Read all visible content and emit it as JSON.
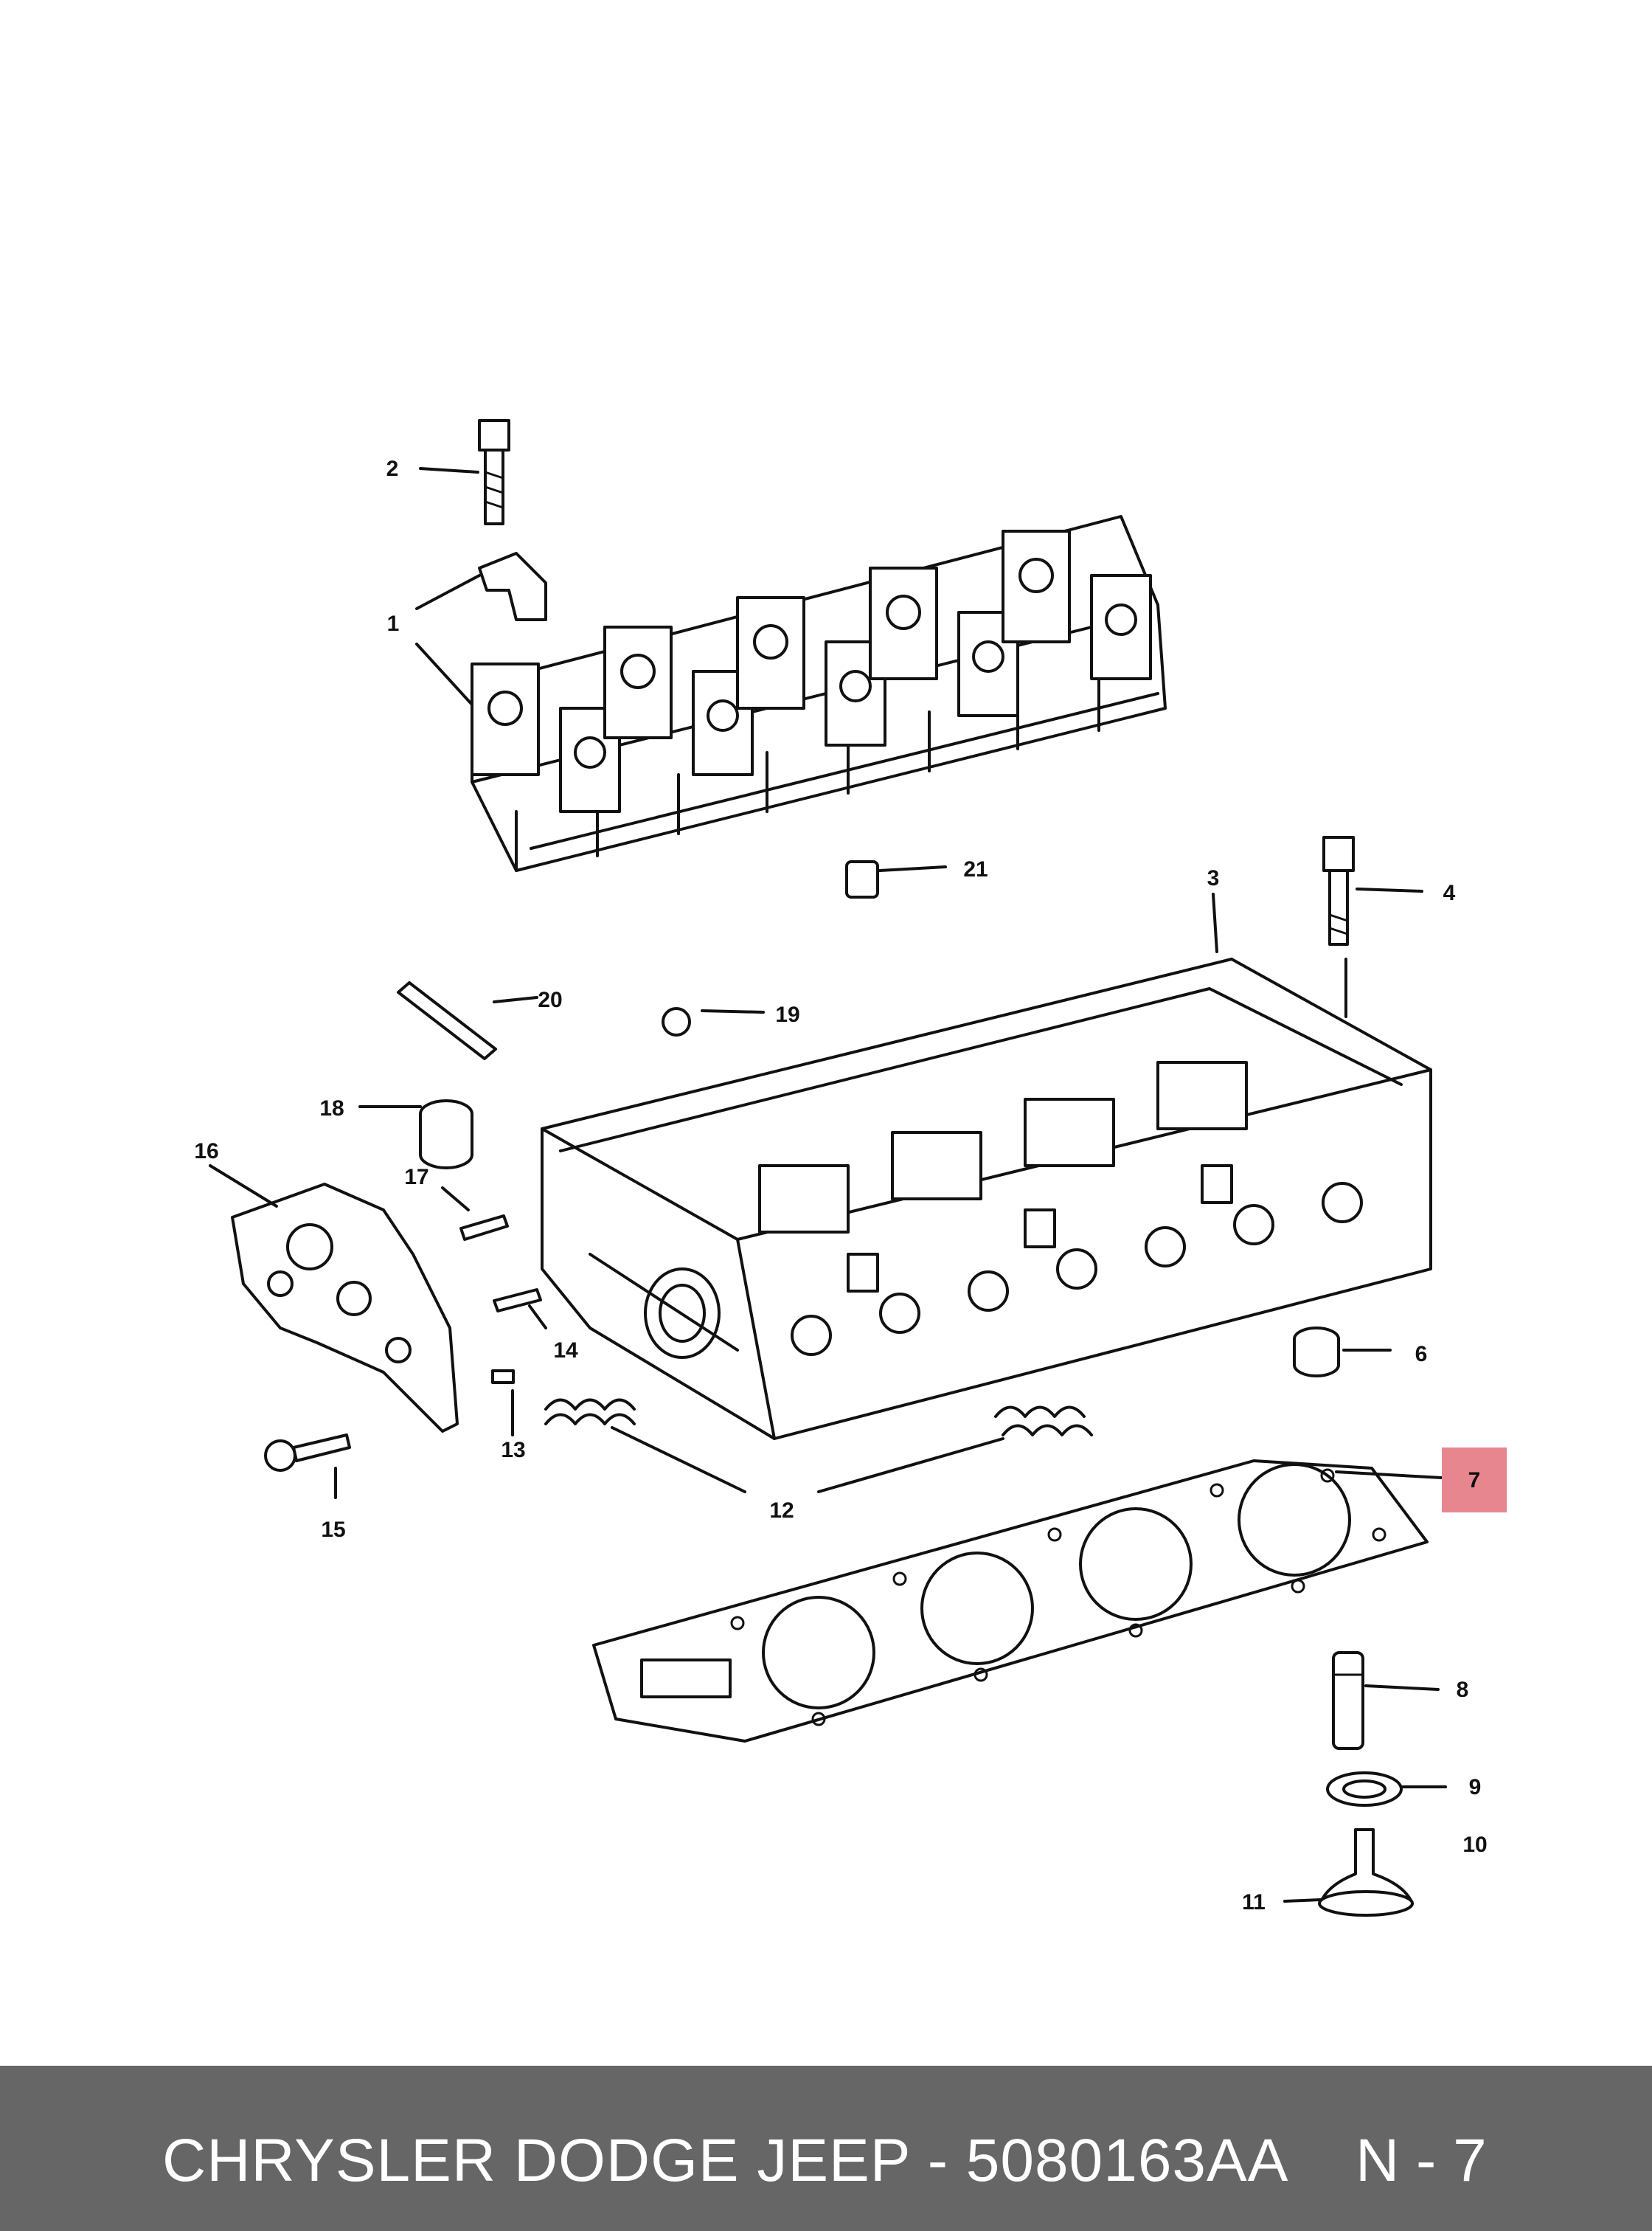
{
  "diagram": {
    "callouts": [
      {
        "id": "1",
        "label": "1"
      },
      {
        "id": "2",
        "label": "2"
      },
      {
        "id": "3",
        "label": "3"
      },
      {
        "id": "4",
        "label": "4"
      },
      {
        "id": "6",
        "label": "6"
      },
      {
        "id": "7",
        "label": "7",
        "highlighted": true
      },
      {
        "id": "8",
        "label": "8"
      },
      {
        "id": "9",
        "label": "9"
      },
      {
        "id": "10",
        "label": "10"
      },
      {
        "id": "11",
        "label": "11"
      },
      {
        "id": "12",
        "label": "12"
      },
      {
        "id": "13",
        "label": "13"
      },
      {
        "id": "14",
        "label": "14"
      },
      {
        "id": "15",
        "label": "15"
      },
      {
        "id": "16",
        "label": "16"
      },
      {
        "id": "17",
        "label": "17"
      },
      {
        "id": "18",
        "label": "18"
      },
      {
        "id": "19",
        "label": "19"
      },
      {
        "id": "20",
        "label": "20"
      },
      {
        "id": "21",
        "label": "21"
      }
    ],
    "highlight_color": "#e8868f"
  },
  "footer": {
    "text": "CHRYSLER DODGE JEEP - 5080163AA",
    "code": "N - 7",
    "background_color": "#666666",
    "text_color": "#ffffff"
  }
}
